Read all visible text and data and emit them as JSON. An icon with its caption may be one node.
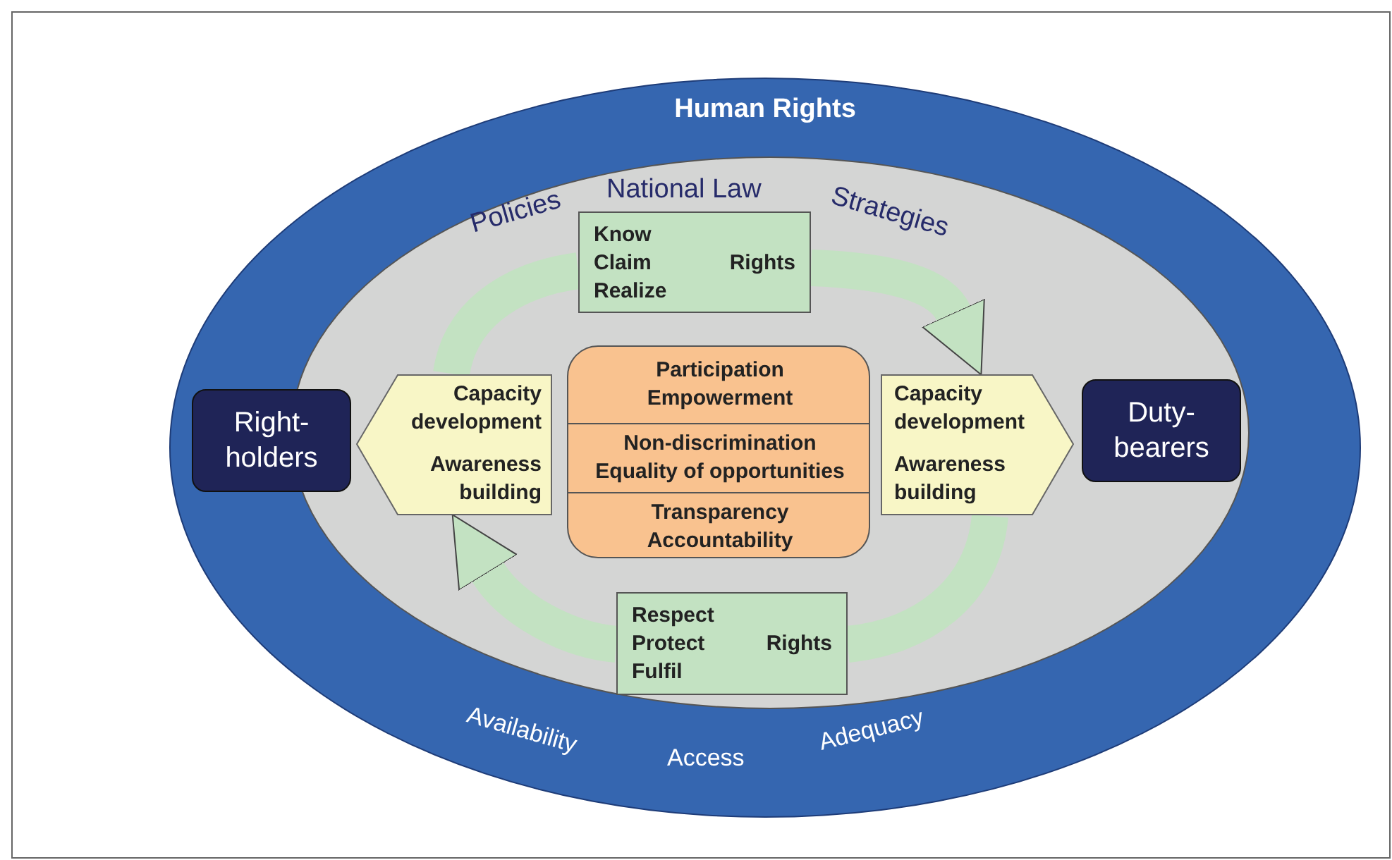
{
  "diagram": {
    "nodes": [
      {
        "text": [
          "Human Rights"
        ]
      },
      {
        "text": [],
        "shape": "ellipse",
        "in": 0
      },
      {
        "text": [
          "Right-holders"
        ],
        "in": 0
      },
      {
        "text": [
          "Duty-bearers"
        ],
        "in": 1
      },
      {
        "text": [
          "Capacity development",
          "Awareness building"
        ],
        "in": 1
      },
      {
        "text": [
          "Capacity development",
          "Awareness building"
        ],
        "in": 1
      },
      {
        "text": [],
        "shape": "box",
        "in": 1
      },
      {
        "text": [
          "Participation Empowerment"
        ],
        "in": 6
      },
      {
        "text": [
          "Non-discrimination Equality of opportunities"
        ],
        "in": 6
      },
      {
        "text": [
          "Transparency Accountability"
        ],
        "in": 6
      },
      {
        "text": [
          "Know Claim Realize",
          "Rights"
        ],
        "in": 1
      },
      {
        "text": [
          "Respect Protect Fulfil",
          "Rights"
        ],
        "in": 1
      }
    ],
    "edges": [
      {
        "from": 4,
        "to": 10,
        "arrow": "none"
      },
      {
        "from": 10,
        "to": 5,
        "arrow": "to"
      },
      {
        "from": 5,
        "to": 11,
        "arrow": "none"
      },
      {
        "from": 11,
        "to": 4,
        "arrow": "to"
      }
    ],
    "labels": [
      "Policies",
      "National Law",
      "Strategies",
      "Availability",
      "Access",
      "Adequacy"
    ]
  }
}
